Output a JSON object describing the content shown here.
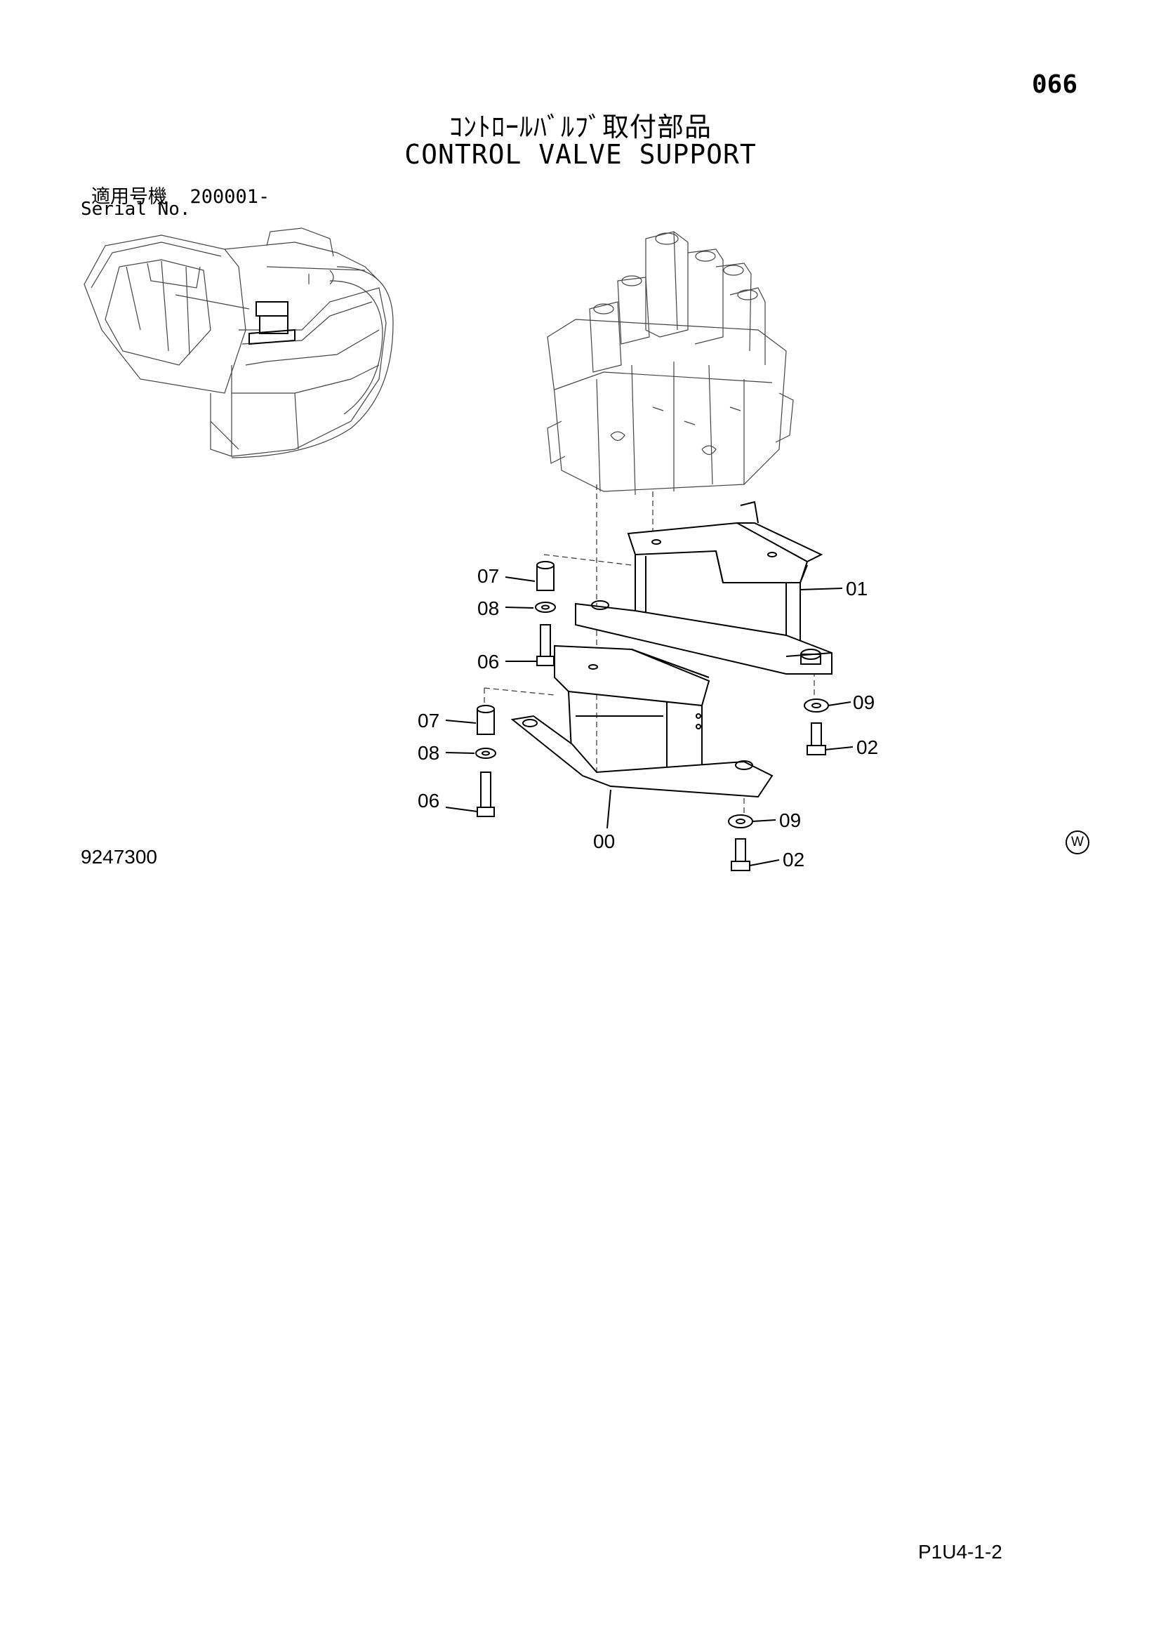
{
  "page_number": "066",
  "title_jp": "ｺﾝﾄﾛｰﾙﾊﾞﾙﾌﾞ取付部品",
  "title_en": "CONTROL VALVE SUPPORT",
  "serial": {
    "label_jp": "適用号機",
    "value": "200001-",
    "label_en": "Serial No."
  },
  "drawing_number": "9247300",
  "page_code": "P1U4-1-2",
  "mark": "W",
  "callouts": [
    {
      "id": "c-07a",
      "label": "07"
    },
    {
      "id": "c-08a",
      "label": "08"
    },
    {
      "id": "c-06a",
      "label": "06"
    },
    {
      "id": "c-01",
      "label": "01"
    },
    {
      "id": "c-09a",
      "label": "09"
    },
    {
      "id": "c-02a",
      "label": "02"
    },
    {
      "id": "c-07b",
      "label": "07"
    },
    {
      "id": "c-08b",
      "label": "08"
    },
    {
      "id": "c-06b",
      "label": "06"
    },
    {
      "id": "c-00",
      "label": "00"
    },
    {
      "id": "c-09b",
      "label": "09"
    },
    {
      "id": "c-02b",
      "label": "02"
    }
  ]
}
